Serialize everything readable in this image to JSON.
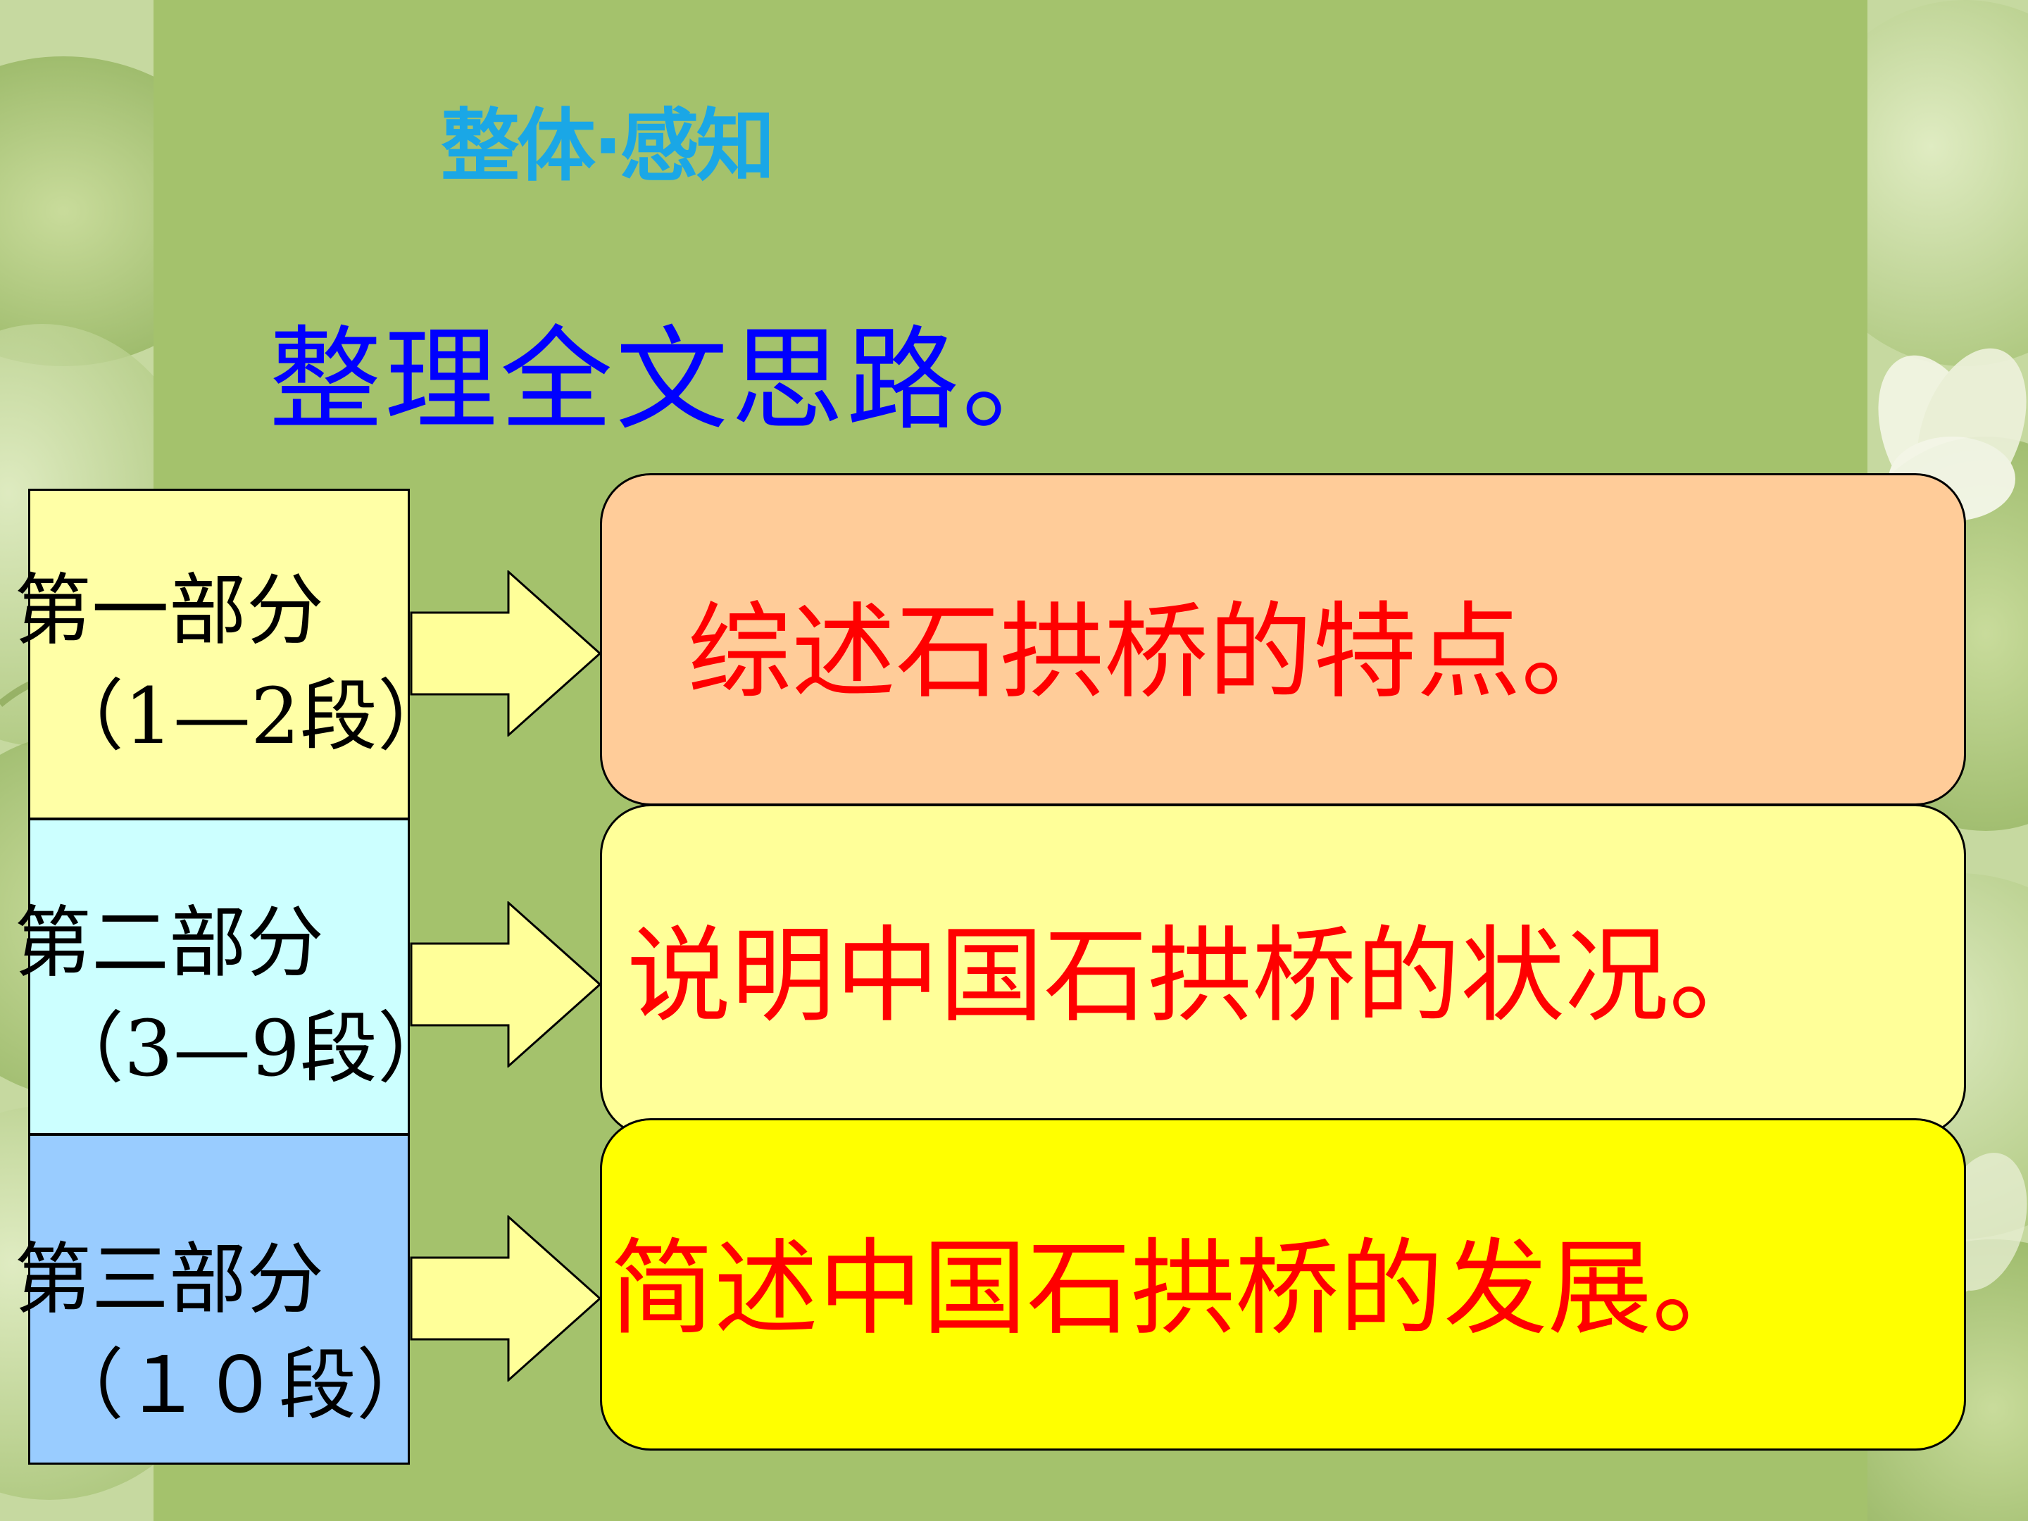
{
  "slide": {
    "header_title": "整体·感知",
    "subtitle": "整理全文思路。",
    "parts": [
      {
        "label_line1": "第一部分",
        "label_line2": "（1—2段）",
        "summary": "综述石拱桥的特点。",
        "label_box_color": "#ffffa6",
        "summary_box_color": "#ffcc99"
      },
      {
        "label_line1": "第二部分",
        "label_line2": "（3—9段）",
        "summary": "说明中国石拱桥的状况。",
        "label_box_color": "#ccffff",
        "summary_box_color": "#ffff99"
      },
      {
        "label_line1": "第三部分",
        "label_line2": "（１０段）",
        "summary": "简述中国石拱桥的发展。",
        "label_box_color": "#99ccff",
        "summary_box_color": "#ffff00"
      }
    ]
  },
  "colors": {
    "panel_background": "#a4c26c",
    "header_title": "#1aa7e6",
    "subtitle": "#0000ff",
    "summary_text": "#ff0000",
    "label_text": "#000000",
    "arrow_fill": "#ffff99"
  },
  "icons": {
    "connector": "block-arrow-right-icon",
    "decoration": "lotus-leaf-background"
  }
}
